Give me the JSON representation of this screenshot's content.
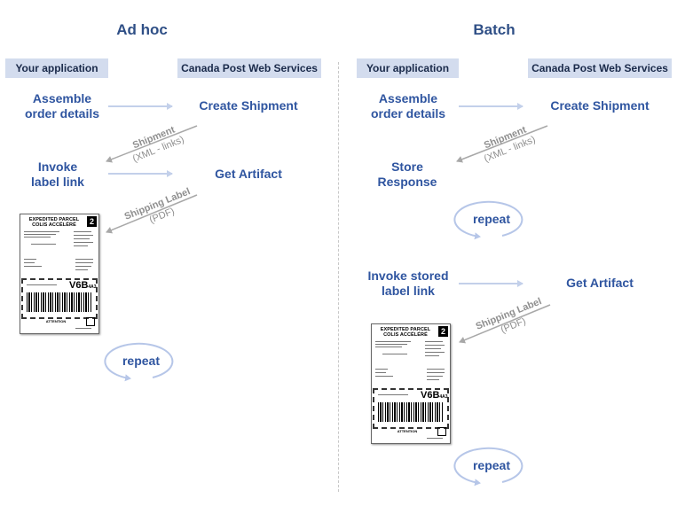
{
  "adhoc": {
    "title": "Ad hoc",
    "col_app": "Your application",
    "col_cp": "Canada Post Web Services",
    "step_assemble": "Assemble\norder details",
    "step_create": "Create Shipment",
    "step_invoke": "Invoke\nlabel link",
    "step_get": "Get Artifact",
    "flow_shipment_1": "Shipment",
    "flow_shipment_2": "(XML - links)",
    "flow_label_1": "Shipping Label",
    "flow_label_2": "(PDF)",
    "repeat": "repeat"
  },
  "batch": {
    "title": "Batch",
    "col_app": "Your application",
    "col_cp": "Canada Post Web Services",
    "step_assemble": "Assemble\norder details",
    "step_create": "Create Shipment",
    "step_store": "Store\nResponse",
    "repeat_1": "repeat",
    "step_invoke": "Invoke stored\nlabel link",
    "step_get": "Get Artifact",
    "flow_shipment_1": "Shipment",
    "flow_shipment_2": "(XML - links)",
    "flow_label_1": "Shipping Label",
    "flow_label_2": "(PDF)",
    "repeat_2": "repeat"
  },
  "label": {
    "number": "2",
    "title_1": "EXPEDITED PARCEL",
    "title_2": "COLIS ACCÉLÉRÉ",
    "vcode": "V6B",
    "vcode_small": "4A3",
    "attention": "ATTENTION"
  },
  "colors": {
    "heading": "#2f4f86",
    "step": "#2f55a0",
    "column_header_bg": "#d3dcee",
    "arrow_light": "#c3d0ea",
    "arrow_gray": "#a8a8a8"
  }
}
